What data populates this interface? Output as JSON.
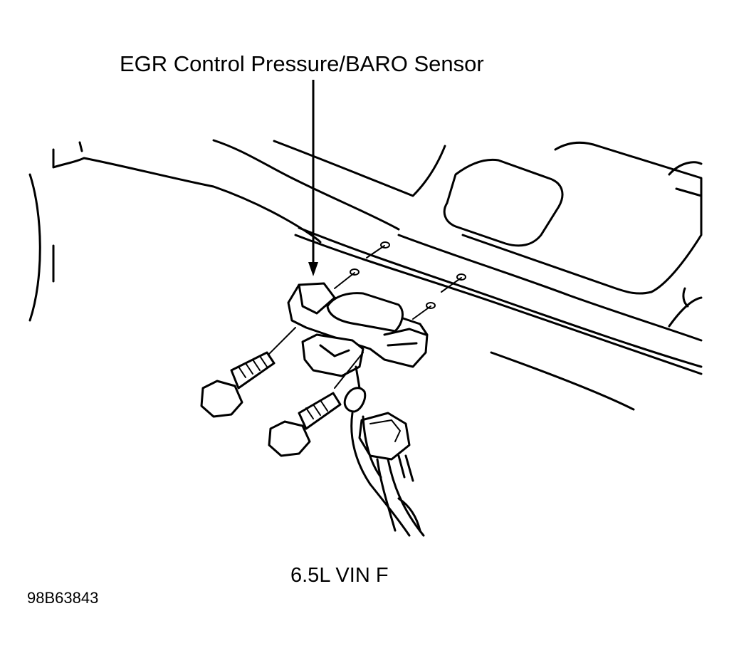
{
  "labels": {
    "callout": "EGR Control Pressure/BARO Sensor",
    "engine": "6.5L VIN F",
    "figure_id": "98B63843"
  }
}
